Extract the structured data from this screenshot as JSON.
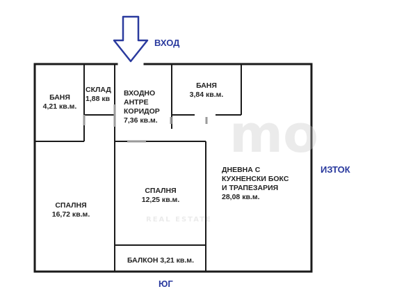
{
  "compass": {
    "entrance": "ВХОД",
    "east": "ИЗТОК",
    "south": "ЮГ"
  },
  "rooms": {
    "bath_left": {
      "name": "БАНЯ",
      "area": "4,21 кв.м."
    },
    "storage": {
      "name": "СКЛАД",
      "area": "1,88 кв"
    },
    "hall": {
      "line1": "ВХОДНО",
      "line2": "АНТРЕ",
      "line3": "КОРИДОР",
      "area": "7,36 кв.м."
    },
    "bath_right": {
      "name": "БАНЯ",
      "area": "3,84 кв.м."
    },
    "living": {
      "line1": "ДНЕВНА С",
      "line2": "КУХНЕНСКИ БОКС",
      "line3": "И ТРАПЕЗАРИЯ",
      "area": "28,08 кв.м."
    },
    "bedroom_middle": {
      "name": "СПАЛНЯ",
      "area": "12,25 кв.м."
    },
    "bedroom_left": {
      "name": "СПАЛНЯ",
      "area": "16,72 кв.м."
    },
    "balcony": {
      "label": "БАЛКОН 3,21 кв.м."
    }
  },
  "watermark": {
    "mark": "mo",
    "tagline": "REAL ESTATE"
  },
  "colors": {
    "wall": "#1a1a1a",
    "label": "#222222",
    "direction": "#2a3a9e",
    "arrow": "#2a3a9e"
  }
}
